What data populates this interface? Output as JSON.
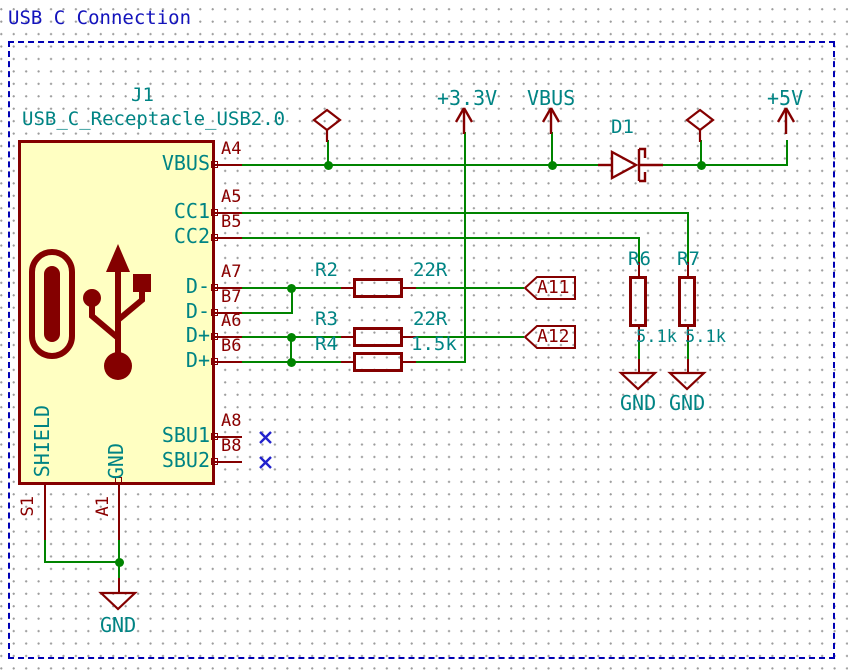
{
  "title": "USB C Connection",
  "connector": {
    "reference": "J1",
    "value": "USB_C_Receptacle_USB2.0",
    "right_pins": [
      {
        "name": "VBUS",
        "number": "A4"
      },
      {
        "name": "CC1",
        "number": "A5"
      },
      {
        "name": "CC2",
        "number": "B5"
      },
      {
        "name": "D-",
        "number": "A7"
      },
      {
        "name": "D-",
        "number": "B7"
      },
      {
        "name": "D+",
        "number": "A6"
      },
      {
        "name": "D+",
        "number": "B6"
      },
      {
        "name": "SBU1",
        "number": "A8"
      },
      {
        "name": "SBU2",
        "number": "B8"
      }
    ],
    "bottom_pins": [
      {
        "name": "SHIELD",
        "number": "S1"
      },
      {
        "name": "GND",
        "number": "A1"
      }
    ]
  },
  "resistors": {
    "r2": {
      "ref": "R2",
      "value": "22R"
    },
    "r3": {
      "ref": "R3",
      "value": "22R"
    },
    "r4": {
      "ref": "R4",
      "value": "1.5k"
    },
    "r6": {
      "ref": "R6",
      "value": "5.1k"
    },
    "r7": {
      "ref": "R7",
      "value": "5.1k"
    }
  },
  "diode": {
    "ref": "D1"
  },
  "power": {
    "p33": "+3.3V",
    "vbus": "VBUS",
    "p5": "+5V"
  },
  "grounds": {
    "g1": "GND",
    "g2": "GND",
    "g3": "GND"
  },
  "hierarchical_labels": {
    "a11": "A11",
    "a12": "A12"
  },
  "colors": {
    "wire": "#008400",
    "symbol": "#840000",
    "annotation": "#008484",
    "note_text": "#1313bc",
    "body_fill": "#ffffc2",
    "no_connect": "#2222cc"
  }
}
